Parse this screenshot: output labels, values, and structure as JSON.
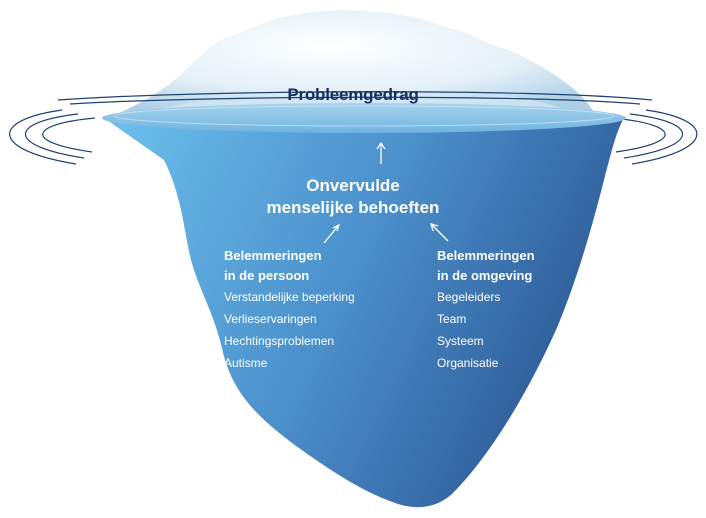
{
  "tip": {
    "title": "Probleemgedrag"
  },
  "center": {
    "line1": "Onvervulde",
    "line2": "menselijke behoeften"
  },
  "left": {
    "heading_line1": "Belemmeringen",
    "heading_line2": "in de persoon",
    "items": [
      "Verstandelijke beperking",
      "Verlieservaringen",
      "Hechtingsproblemen",
      "Autisme"
    ]
  },
  "right": {
    "heading_line1": "Belemmeringen",
    "heading_line2": "in de omgeving",
    "items": [
      "Begeleiders",
      "Team",
      "Systeem",
      "Organisatie"
    ]
  },
  "colors": {
    "tip_light": "#f4f9fc",
    "tip_shade": "#aecfe6",
    "water_surface": "#8ec3e4",
    "underwater_light": "#5aaee0",
    "underwater_dark": "#2e5c98",
    "ripple": "#1e4270",
    "title_text": "#15305f",
    "body_text": "#ffffff"
  }
}
